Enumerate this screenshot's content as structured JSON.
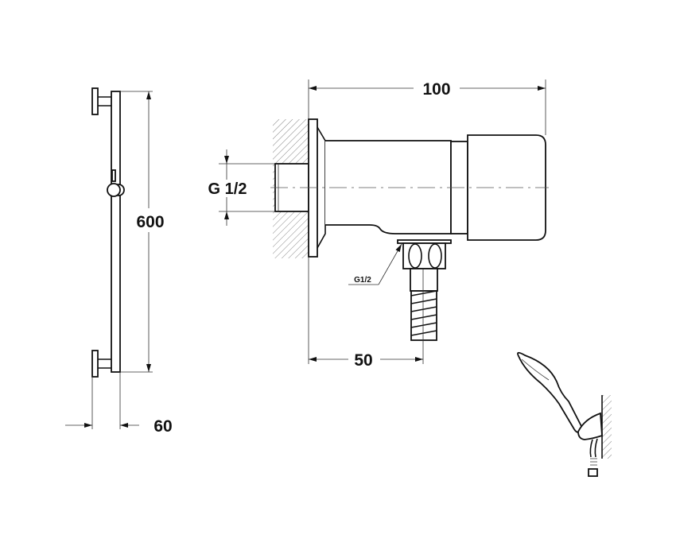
{
  "dimensions": {
    "overall_length": "100",
    "outlet_offset": "50",
    "inlet_thread": "G 1/2",
    "outlet_thread": "G1/2",
    "rail_length": "600",
    "rail_projection": "60"
  },
  "colors": {
    "line": "#111111",
    "background": "#ffffff"
  }
}
